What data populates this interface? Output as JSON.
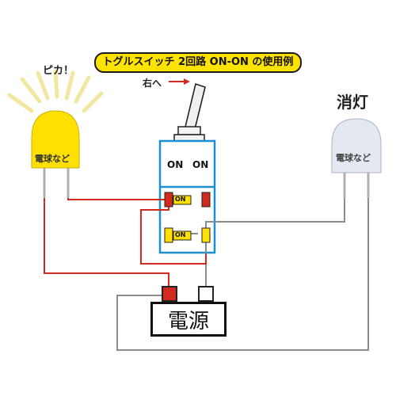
{
  "title": "トグルスイッチ 2回路 ON-ON の使用例",
  "lever_direction": "右へ",
  "lit_bulb": {
    "exclaim": "ピカ！",
    "label": "電球など",
    "color": "#ffe000"
  },
  "unlit_bulb": {
    "state": "消灯",
    "label": "電球など",
    "color": "#e4e8f1"
  },
  "switch": {
    "top_labels": [
      "ON",
      "ON"
    ],
    "contact_upper": "ON",
    "contact_lower": "ON",
    "frame_color": "#1b8fd2"
  },
  "power_source": "電源",
  "wire_colors": {
    "active": "#d22a1e",
    "inactive": "#8c8c8c",
    "lead": "#c8a050"
  }
}
